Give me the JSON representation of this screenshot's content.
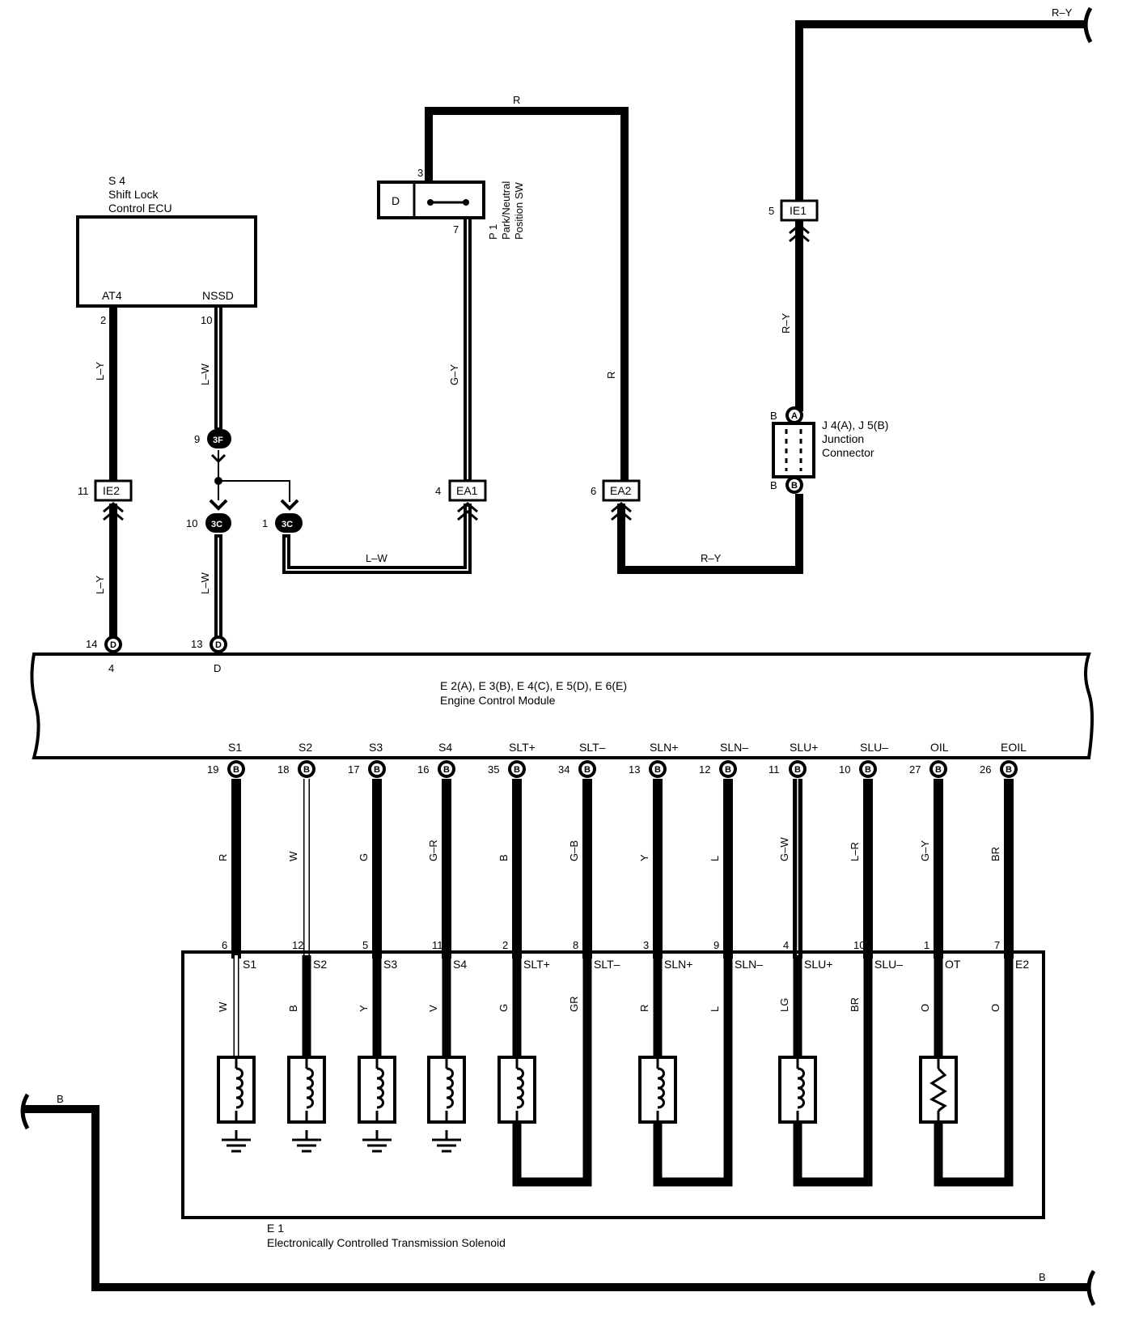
{
  "components": {
    "s4": {
      "ref": "S 4",
      "name1": "Shift Lock",
      "name2": "Control ECU",
      "pin_at4": "AT4",
      "pin_nssd": "NSSD"
    },
    "p1": {
      "ref": "P 1",
      "name1": "Park/Neutral",
      "name2": "Position SW",
      "contact": "D",
      "pin_top": "3",
      "pin_bottom": "7"
    },
    "junction": {
      "ref": "J 4(A), J 5(B)",
      "name1": "Junction",
      "name2": "Connector",
      "pin_a": "A",
      "pin_b": "B",
      "left_a": "B",
      "left_b": "B"
    },
    "ecm": {
      "ref": "E 2(A), E 3(B), E 4(C), E 5(D), E 6(E)",
      "name": "Engine Control Module",
      "pin_4": "4",
      "pin_d": "D"
    },
    "e1": {
      "ref": "E 1",
      "name": "Electronically Controlled Transmission Solenoid"
    }
  },
  "connectors": {
    "ie1": {
      "label": "IE1",
      "pin": "5"
    },
    "ie2": {
      "label": "IE2",
      "pin": "11"
    },
    "ea1": {
      "label": "EA1",
      "pin": "4"
    },
    "ea2": {
      "label": "EA2",
      "pin": "6"
    },
    "c3f": {
      "label": "3F",
      "pin": "9"
    },
    "c3c_left": {
      "label": "3C",
      "pin": "10"
    },
    "c3c_right": {
      "label": "3C",
      "pin": "1"
    },
    "d14": {
      "label": "D",
      "pin": "14"
    },
    "d13": {
      "label": "D",
      "pin": "13"
    }
  },
  "pins": {
    "s4_at4_pin": "2",
    "s4_nssd_pin": "10"
  },
  "wire_colors": {
    "top_right": "R–Y",
    "top_r": "R",
    "r_vertical": "R",
    "ry_vertical": "R–Y",
    "ly_upper": "L–Y",
    "lw_upper": "L–W",
    "gy_p1": "G–Y",
    "ly_lower": "L–Y",
    "lw_lower": "L–W",
    "lw_bottom": "L–W",
    "ry_bottom": "R–Y",
    "ground_left": "B",
    "ground_right": "B"
  },
  "ecm_terminals": [
    {
      "name": "S1",
      "pin": "19",
      "conn": "B",
      "wire": "R",
      "e1_pin": "6",
      "e1_name": "S1",
      "inner_wire": "W"
    },
    {
      "name": "S2",
      "pin": "18",
      "conn": "B",
      "wire": "W",
      "e1_pin": "12",
      "e1_name": "S2",
      "inner_wire": "B"
    },
    {
      "name": "S3",
      "pin": "17",
      "conn": "B",
      "wire": "G",
      "e1_pin": "5",
      "e1_name": "S3",
      "inner_wire": "Y"
    },
    {
      "name": "S4",
      "pin": "16",
      "conn": "B",
      "wire": "G–R",
      "e1_pin": "11",
      "e1_name": "S4",
      "inner_wire": "V"
    },
    {
      "name": "SLT+",
      "pin": "35",
      "conn": "B",
      "wire": "B",
      "e1_pin": "2",
      "e1_name": "SLT+",
      "inner_wire": "G"
    },
    {
      "name": "SLT–",
      "pin": "34",
      "conn": "B",
      "wire": "G–B",
      "e1_pin": "8",
      "e1_name": "SLT–",
      "inner_wire": "GR"
    },
    {
      "name": "SLN+",
      "pin": "13",
      "conn": "B",
      "wire": "Y",
      "e1_pin": "3",
      "e1_name": "SLN+",
      "inner_wire": "R"
    },
    {
      "name": "SLN–",
      "pin": "12",
      "conn": "B",
      "wire": "L",
      "e1_pin": "9",
      "e1_name": "SLN–",
      "inner_wire": "L"
    },
    {
      "name": "SLU+",
      "pin": "11",
      "conn": "B",
      "wire": "G–W",
      "e1_pin": "4",
      "e1_name": "SLU+",
      "inner_wire": "LG"
    },
    {
      "name": "SLU–",
      "pin": "10",
      "conn": "B",
      "wire": "L–R",
      "e1_pin": "10",
      "e1_name": "SLU–",
      "inner_wire": "BR"
    },
    {
      "name": "OIL",
      "pin": "27",
      "conn": "B",
      "wire": "G–Y",
      "e1_pin": "1",
      "e1_name": "OT",
      "inner_wire": "O"
    },
    {
      "name": "EOIL",
      "pin": "26",
      "conn": "B",
      "wire": "BR",
      "e1_pin": "7",
      "e1_name": "E2",
      "inner_wire": "O"
    }
  ]
}
